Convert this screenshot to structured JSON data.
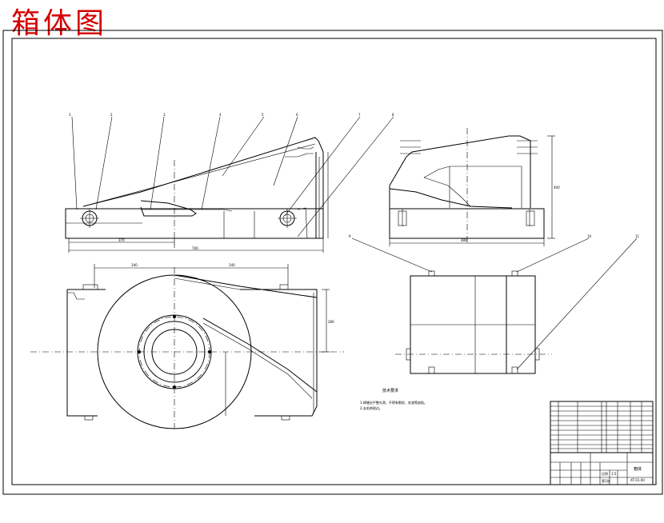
{
  "title": "箱体图",
  "colors": {
    "title": "#d40000",
    "line": "#000000",
    "paper": "#ffffff"
  },
  "notes": {
    "heading": "技术要求",
    "line1": "1.焊缝应平整光滑，不得有裂纹、夹渣等缺陷。",
    "line2": "2.去毛刺锐边。"
  },
  "leaders_front": [
    "1",
    "2",
    "3",
    "4",
    "5",
    "6",
    "7",
    "8"
  ],
  "leaders_side": [
    "9",
    "10",
    "11"
  ],
  "dims": {
    "front_total": "700",
    "front_left": "370",
    "plan_left": "340",
    "plan_right": "340",
    "plan_height": "280",
    "side_height": "400",
    "side_width": "480"
  },
  "title_block": {
    "drawing_name": "箱体",
    "drawing_no": "XT-01-00",
    "scale_label": "比例",
    "scale": "1:5",
    "sheet_label": "第1张"
  }
}
